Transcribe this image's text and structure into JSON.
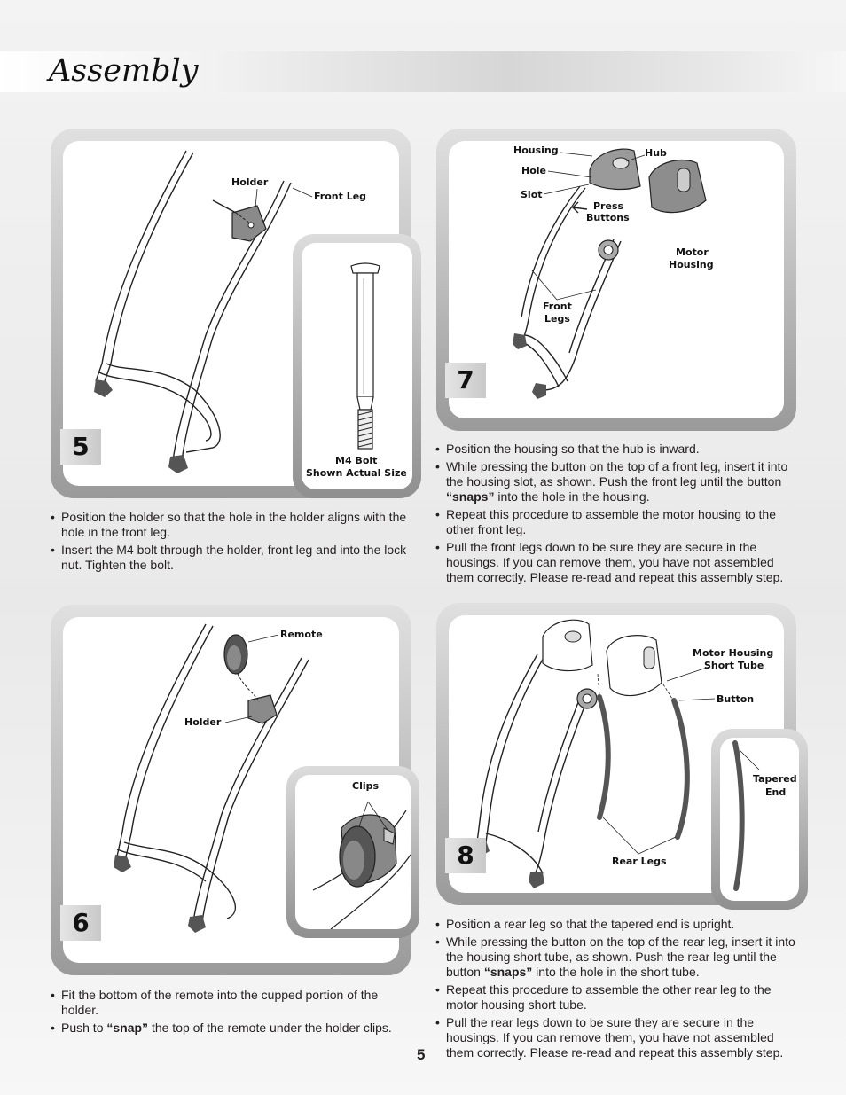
{
  "page": {
    "title": "Assembly",
    "page_number": "5"
  },
  "step5": {
    "number": "5",
    "labels": {
      "holder": "Holder",
      "front_leg": "Front Leg",
      "bolt_line1": "M4 Bolt",
      "bolt_line2": "Shown Actual Size"
    },
    "bullets": [
      {
        "text": "Position the holder so that the hole in the holder aligns with the hole in the front leg."
      },
      {
        "text": "Insert the M4 bolt through the holder, front leg and into the lock nut. Tighten the bolt."
      }
    ]
  },
  "step6": {
    "number": "6",
    "labels": {
      "remote": "Remote",
      "holder": "Holder",
      "clips": "Clips"
    },
    "bullets": [
      {
        "text": "Fit the bottom of the remote into the cupped portion of the holder."
      },
      {
        "pre": "Push to ",
        "bold": "“snap”",
        "post": " the top of the remote under the holder clips."
      }
    ]
  },
  "step7": {
    "number": "7",
    "labels": {
      "housing": "Housing",
      "hub": "Hub",
      "hole": "Hole",
      "slot": "Slot",
      "press1": "Press",
      "press2": "Buttons",
      "motor1": "Motor",
      "motor2": "Housing",
      "front1": "Front",
      "front2": "Legs"
    },
    "bullets": [
      {
        "text": "Position the housing so that the hub is inward."
      },
      {
        "pre": "While pressing the button on the top of a front leg, insert it into the housing slot, as shown. Push the front leg until the button ",
        "bold": "“snaps”",
        "post": " into the hole in the housing."
      },
      {
        "text": "Repeat this procedure to assemble the motor housing to the other front leg."
      },
      {
        "text": "Pull the front legs down to be sure they are secure in the housings. If you can remove them, you have not assembled them correctly. Please re-read and repeat this assembly step."
      }
    ]
  },
  "step8": {
    "number": "8",
    "labels": {
      "mhst1": "Motor Housing",
      "mhst2": "Short Tube",
      "button": "Button",
      "tapered1": "Tapered",
      "tapered2": "End",
      "rear_legs": "Rear Legs"
    },
    "bullets": [
      {
        "text": "Position a rear leg so that the tapered end is upright."
      },
      {
        "pre": "While pressing the button on the top of the rear leg, insert it into the housing short tube, as shown. Push the rear leg until the button ",
        "bold": "“snaps”",
        "post": " into the hole in the short tube."
      },
      {
        "text": "Repeat this procedure to assemble the other rear leg to the motor housing short tube."
      },
      {
        "text": "Pull the rear legs down to be sure they are secure in the housings. If you can remove them, you have not assembled them correctly. Please re-read and repeat this assembly step."
      }
    ]
  }
}
